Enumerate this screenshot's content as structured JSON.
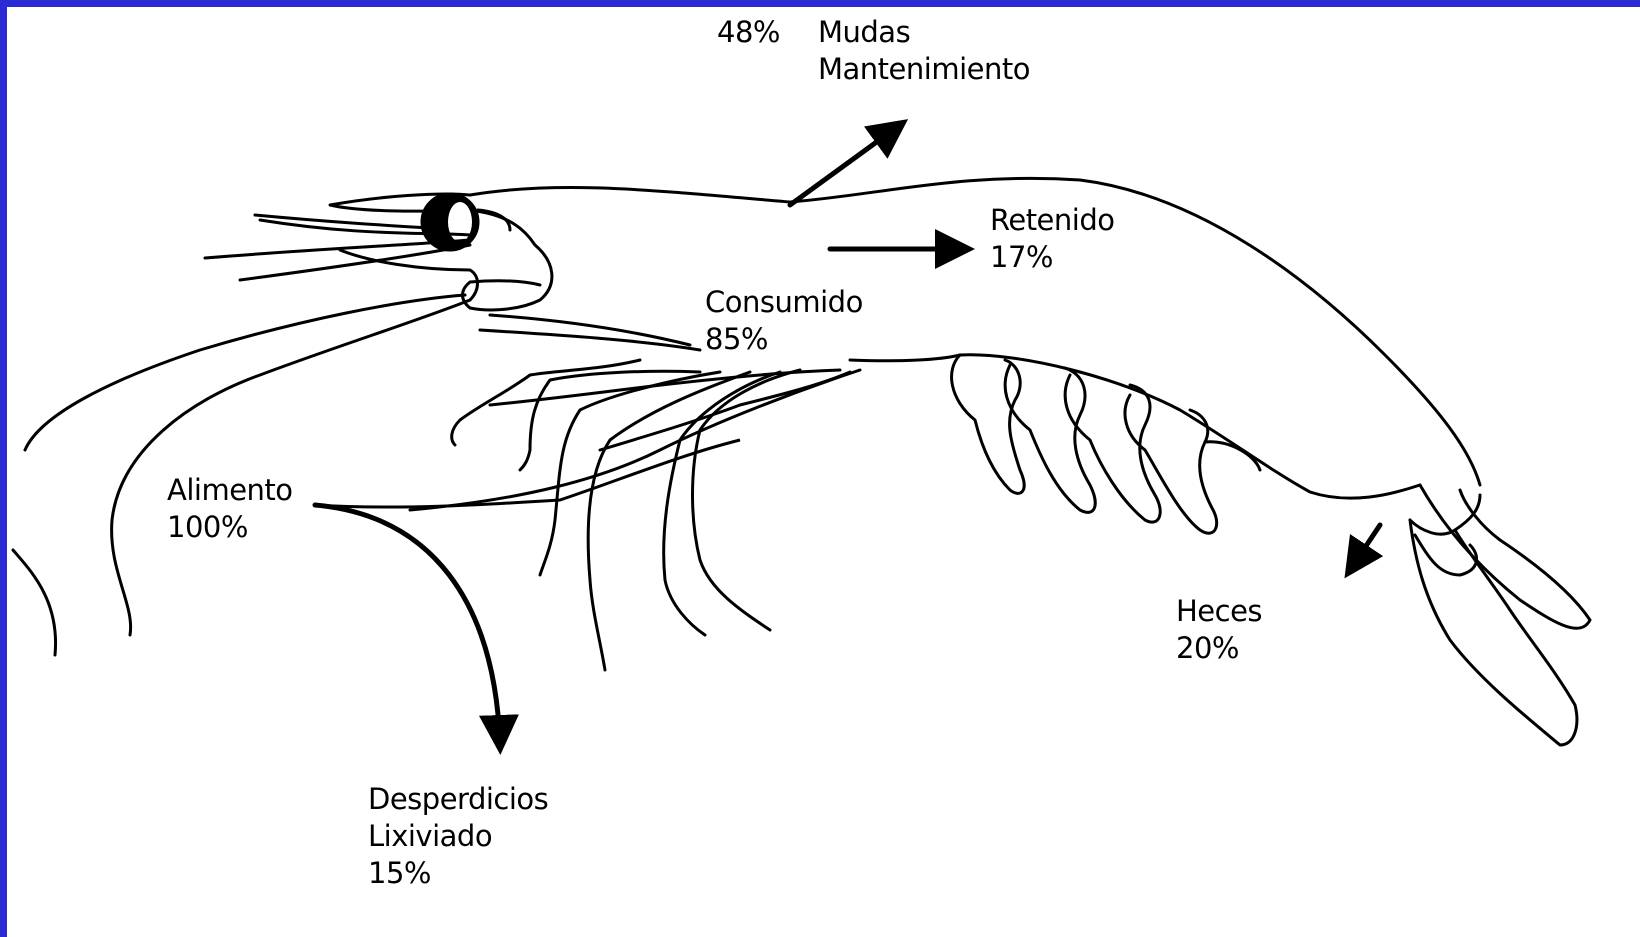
{
  "colors": {
    "frame": "#2b2bd6",
    "ink": "#000000",
    "background": "#ffffff"
  },
  "labels": {
    "mudas": {
      "percent": "48%",
      "line1": "Mudas",
      "line2": "Mantenimiento"
    },
    "retenido": {
      "line1": "Retenido",
      "line2": "17%"
    },
    "consumido": {
      "line1": "Consumido",
      "line2": "85%"
    },
    "alimento": {
      "line1": "Alimento",
      "line2": "100%"
    },
    "desperdicios": {
      "line1": "Desperdicios",
      "line2": "Lixiviado",
      "line3": "15%"
    },
    "heces": {
      "line1": "Heces",
      "line2": "20%"
    }
  }
}
